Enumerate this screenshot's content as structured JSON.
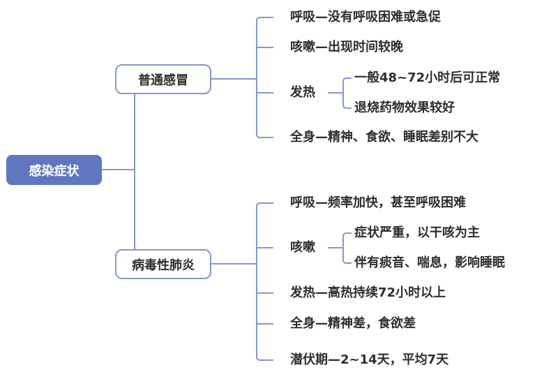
{
  "diagram": {
    "type": "mind-map",
    "root": {
      "label": "感染症状"
    },
    "branches": [
      {
        "label": "普通感冒",
        "items": [
          {
            "label": "呼吸—没有呼吸困难或急促"
          },
          {
            "label": "咳嗽—出现时间较晚"
          },
          {
            "label": "发热",
            "children": [
              "一般48~72小时后可正常",
              "退烧药物效果较好"
            ]
          },
          {
            "label": "全身—精神、食欲、睡眠差别不大"
          }
        ]
      },
      {
        "label": "病毒性肺炎",
        "items": [
          {
            "label": "呼吸—频率加快，甚至呼吸困难"
          },
          {
            "label": "咳嗽",
            "children": [
              "症状严重，以干咳为主",
              "伴有痰音、喘息，影响睡眠"
            ]
          },
          {
            "label": "发热—高热持续72小时以上"
          },
          {
            "label": "全身—精神差，食欲差"
          },
          {
            "label": "潜伏期—2~14天，平均7天"
          }
        ]
      }
    ],
    "colors": {
      "accent": "#6077bf",
      "line": "#8796cf",
      "text": "#2e2e2e"
    }
  }
}
